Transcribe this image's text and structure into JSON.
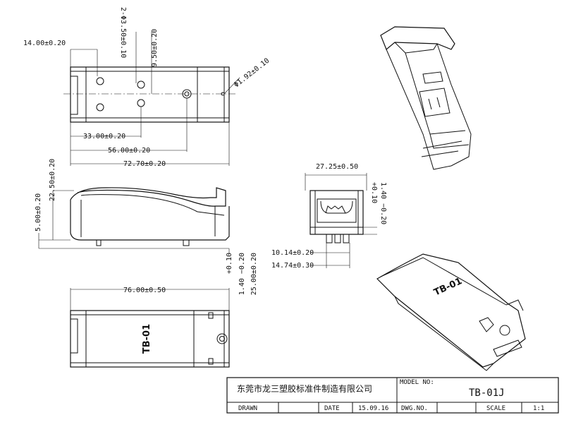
{
  "dimensions": {
    "d_14": "14.00±0.20",
    "d_holes": "2-Φ3.50±0.10",
    "d_9_5": "9.50±0.20",
    "d_1_92": "Φ1.92±0.10",
    "d_33": "33.00±0.20",
    "d_56": "56.00±0.20",
    "d_72_7": "72.70±0.20",
    "d_22_5": "22.50±0.20",
    "d_5": "5.00±0.20",
    "d_1_40_plus": "+0.10",
    "d_1_40_minus": "1.40 −0.20",
    "d_25": "25.00±0.20",
    "d_76": "76.00±0.50",
    "d_27_25": "27.25±0.50",
    "d_end_plus": "+0.10",
    "d_end_minus": "1.40 −0.20",
    "d_10_14": "10.14±0.20",
    "d_14_74": "14.74±0.30"
  },
  "labels": {
    "part_mark_bottom": "TB-01",
    "part_mark_iso": "TB-01"
  },
  "title_block": {
    "company": "东莞市龙三塑胶标准件制造有限公司",
    "model_no_label": "MODEL NO:",
    "model_no": "TB-01J",
    "drawn_label": "DRAWN",
    "date_label": "DATE",
    "date": "15.09.16",
    "dwg_no_label": "DWG.NO.",
    "scale_label": "SCALE",
    "scale": "1:1"
  }
}
